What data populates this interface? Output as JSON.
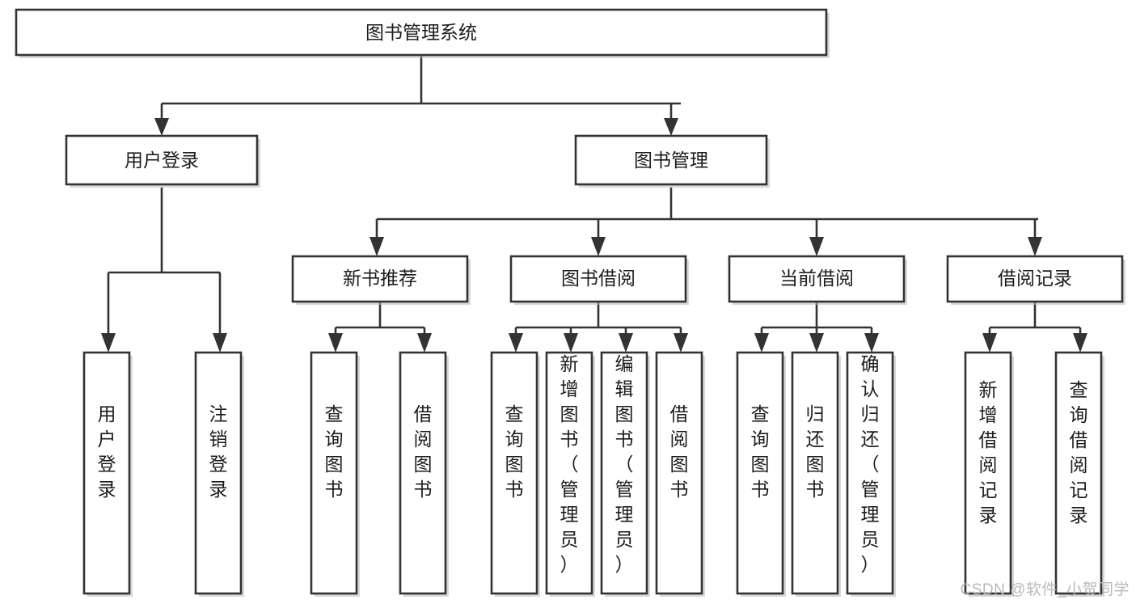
{
  "diagram": {
    "title": "图书管理系统",
    "type": "tree-hierarchy",
    "watermark": "CSDN @软件_小贺同学",
    "colors": {
      "stroke": "#333333",
      "box_fill": "#ffffff",
      "text": "#1c1c1c",
      "background": "#ffffff",
      "watermark": "#b9b9b9"
    },
    "levels": {
      "root": "图书管理系统",
      "level2": [
        "用户登录",
        "图书管理"
      ],
      "level3": [
        "新书推荐",
        "图书借阅",
        "当前借阅",
        "借阅记录"
      ],
      "level4_groups": [
        [
          "用户登录",
          "注销登录"
        ],
        [
          "查询图书",
          "借阅图书"
        ],
        [
          "查询图书",
          "新增图书（管理员）",
          "编辑图书（管理员）",
          "借阅图书"
        ],
        [
          "查询图书",
          "归还图书",
          "确认归还（管理员）"
        ],
        [
          "新增借阅记录",
          "查询借阅记录"
        ]
      ]
    },
    "nodes": {
      "root": {
        "label": "图书管理系统",
        "orientation": "horizontal"
      },
      "user_login": {
        "label": "用户登录",
        "orientation": "horizontal"
      },
      "book_manage": {
        "label": "图书管理",
        "orientation": "horizontal"
      },
      "new_book_rec": {
        "label": "新书推荐",
        "orientation": "horizontal"
      },
      "book_borrow": {
        "label": "图书借阅",
        "orientation": "horizontal"
      },
      "current_borrow": {
        "label": "当前借阅",
        "orientation": "horizontal"
      },
      "borrow_record": {
        "label": "借阅记录",
        "orientation": "horizontal"
      },
      "leaf_user_login": {
        "label": "用户登录",
        "orientation": "vertical"
      },
      "leaf_logout": {
        "label": "注销登录",
        "orientation": "vertical"
      },
      "leaf_query_book_1": {
        "label": "查询图书",
        "orientation": "vertical"
      },
      "leaf_borrow_book_1": {
        "label": "借阅图书",
        "orientation": "vertical"
      },
      "leaf_query_book_2": {
        "label": "查询图书",
        "orientation": "vertical"
      },
      "leaf_add_book": {
        "label": "新增图书（管理员）",
        "orientation": "vertical"
      },
      "leaf_edit_book": {
        "label": "编辑图书（管理员）",
        "orientation": "vertical"
      },
      "leaf_borrow_book_2": {
        "label": "借阅图书",
        "orientation": "vertical"
      },
      "leaf_query_book_3": {
        "label": "查询图书",
        "orientation": "vertical"
      },
      "leaf_return_book": {
        "label": "归还图书",
        "orientation": "vertical"
      },
      "leaf_confirm_return": {
        "label": "确认归还（管理员）",
        "orientation": "vertical"
      },
      "leaf_add_record": {
        "label": "新增借阅记录",
        "orientation": "vertical"
      },
      "leaf_query_record": {
        "label": "查询借阅记录",
        "orientation": "vertical"
      }
    }
  }
}
